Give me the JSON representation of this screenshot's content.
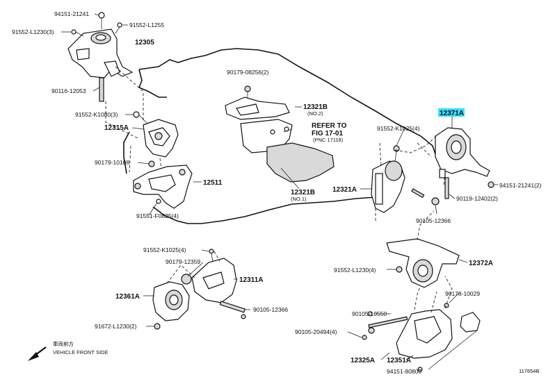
{
  "labels": {
    "l_94151_21241_top": "94151-21241",
    "l_91552_l1255": "91552-L1255",
    "l_91552_l1230_3": "91552-L1230(3)",
    "l_12305": "12305",
    "l_90116_12053": "90116-12053",
    "l_91552_k1080_3": "91552-K1080(3)",
    "l_12315a": "12315A",
    "l_90179_10108": "90179-10108",
    "l_12511": "12511",
    "l_91551_f0825_4": "91551-F0825(4)",
    "l_90179_08256_2": "90179-08256(2)",
    "l_12321b_top": "12321B",
    "l_no2": "(NO.2)",
    "l_refer_to": "REFER TO",
    "l_fig": "FIG 17-01",
    "l_pnc": "(PNC 17118)",
    "l_12321b_bot": "12321B",
    "l_no1": "(NO.1)",
    "l_91552_k1025_4_right": "91552-K1025(4)",
    "l_12371a": "12371A",
    "l_12321a": "12321A",
    "l_94151_21241_2": "94151-21241(2)",
    "l_90119_12402_2": "90119-12402(2)",
    "l_90105_12366_right": "90105-12366",
    "l_91552_k1025_4_left": "91552-K1025(4)",
    "l_90179_12359": "90179-12359",
    "l_12311a": "12311A",
    "l_12361a": "12361A",
    "l_90105_12366_left": "90105-12366",
    "l_91672_l1230_2": "91672-L1230(2)",
    "l_12372a": "12372A",
    "l_91552_l1230_4": "91552-L1230(4)",
    "l_90178_10029": "90178-10029",
    "l_90105_10550": "90105-10550",
    "l_90105_20494_4": "90105-20494(4)",
    "l_12325a": "12325A",
    "l_12351a": "12351A",
    "l_94151_80800": "94151-80800",
    "l_front_jp": "車両前方",
    "l_front_en": "VEHICLE FRONT SIDE",
    "l_fig_code": "117654B"
  },
  "colors": {
    "highlight": "#33e0ff",
    "ink": "#111111"
  },
  "highlighted_part": "12371A"
}
